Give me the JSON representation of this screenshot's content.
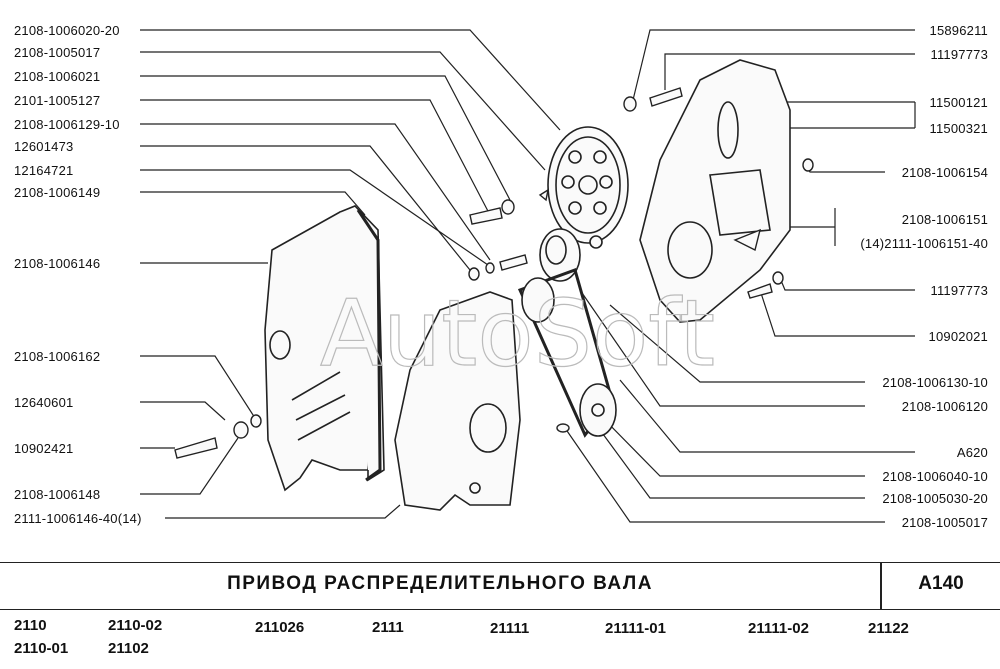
{
  "title": "ПРИВОД РАСПРЕДЕЛИТЕЛЬНОГО ВАЛА",
  "code": "A140",
  "watermark": "AutoSoft",
  "left_labels": [
    "2108-1006020-20",
    "2108-1005017",
    "2108-1006021",
    "2101-1005127",
    "2108-1006129-10",
    "12601473",
    "12164721",
    "2108-1006149",
    "2108-1006146",
    "2108-1006162",
    "12640601",
    "10902421",
    "2108-1006148",
    "2111-1006146-40(14)"
  ],
  "right_labels": [
    "15896211",
    "11197773",
    "11500121",
    "11500321",
    "2108-1006154",
    "2108-1006151",
    "(14)2111-1006151-40",
    "11197773",
    "10902021",
    "2108-1006130-10",
    "2108-1006120",
    "A620",
    "2108-1006040-10",
    "2108-1005030-20",
    "2108-1005017"
  ],
  "models": [
    "2110",
    "2110-01",
    "2110-02",
    "21102",
    "211026",
    "2111",
    "21111",
    "21111-01",
    "21111-02",
    "21122"
  ]
}
